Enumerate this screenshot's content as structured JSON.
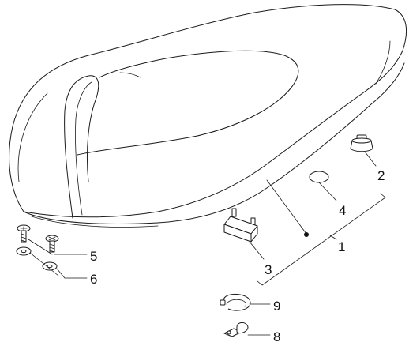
{
  "callouts": [
    {
      "id": "c1",
      "number": "1",
      "part": "saddle-assembly"
    },
    {
      "id": "c2",
      "number": "2",
      "part": "rubber-buffer"
    },
    {
      "id": "c3",
      "number": "3",
      "part": "seat-hinge-bracket"
    },
    {
      "id": "c4",
      "number": "4",
      "part": "washer"
    },
    {
      "id": "c5",
      "number": "5",
      "part": "screw"
    },
    {
      "id": "c6",
      "number": "6",
      "part": "washer-small"
    },
    {
      "id": "c8",
      "number": "8",
      "part": "cable-clip"
    },
    {
      "id": "c9",
      "number": "9",
      "part": "hose-clamp"
    }
  ]
}
